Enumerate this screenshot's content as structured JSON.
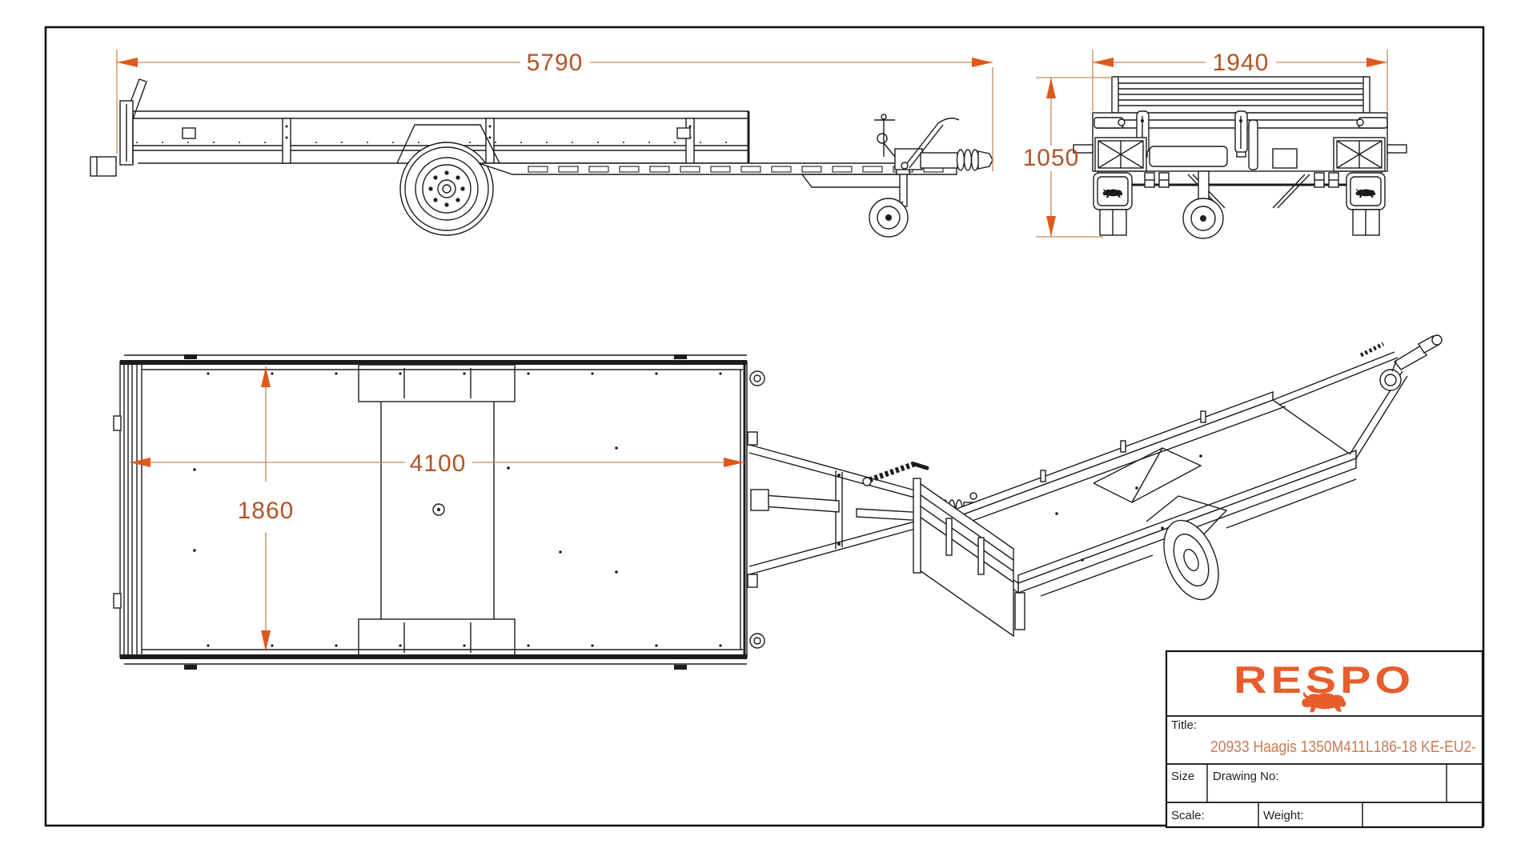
{
  "drawing": {
    "brand": "RESPO",
    "title_block": {
      "title_label": "Title:",
      "title_value": "20933 Haagis 1350M411L186-18 KE-EU2-",
      "size_label": "Size",
      "drawing_no_label": "Drawing No:",
      "scale_label": "Scale:",
      "weight_label": "Weight:"
    },
    "dimensions": {
      "overall_length": "5790",
      "overall_width": "1940",
      "overall_height": "1050",
      "bed_length": "4100",
      "bed_width": "1860"
    },
    "colors": {
      "line": "#1c1c1c",
      "dimension_line": "#c38a5f",
      "dimension_text": "#b25425",
      "arrow": "#dd5a1e",
      "brand_orange": "#e85d2a",
      "title_text": "#ca7b55"
    }
  }
}
